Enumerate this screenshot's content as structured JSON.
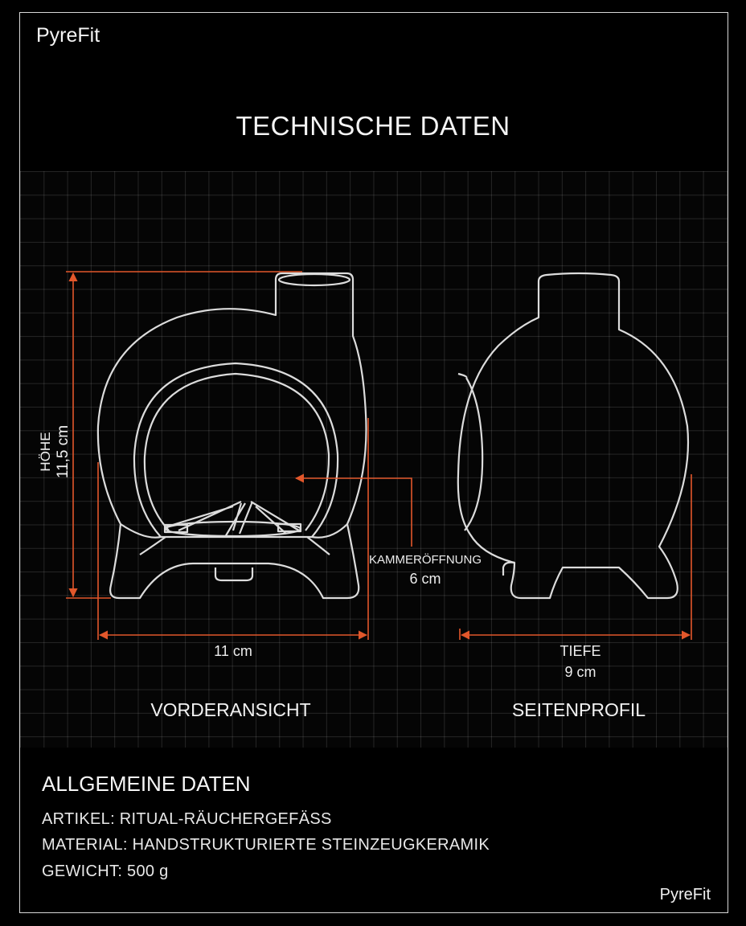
{
  "brand": "PyreFit",
  "title": "TECHNISCHE DATEN",
  "accent_color": "#e2572b",
  "line_color": "#dcdcdc",
  "front_view": {
    "label": "VORDERANSICHT",
    "height_label": "HÖHE",
    "height_value": "11,5 cm",
    "width_value": "11 cm",
    "opening_label": "KAMMERÖFFNUNG",
    "opening_value": "6 cm"
  },
  "side_view": {
    "label": "SEITENPROFIL",
    "depth_label": "TIEFE",
    "depth_value": "9 cm"
  },
  "general": {
    "title": "ALLGEMEINE DATEN",
    "article": "ARTIKEL: RITUAL-RÄUCHERGEFÄSS",
    "material": "MATERIAL: HANDSTRUKTURIERTE STEINZEUGKERAMIK",
    "weight": "GEWICHT: 500 g"
  },
  "brand_footer": "PyreFit"
}
